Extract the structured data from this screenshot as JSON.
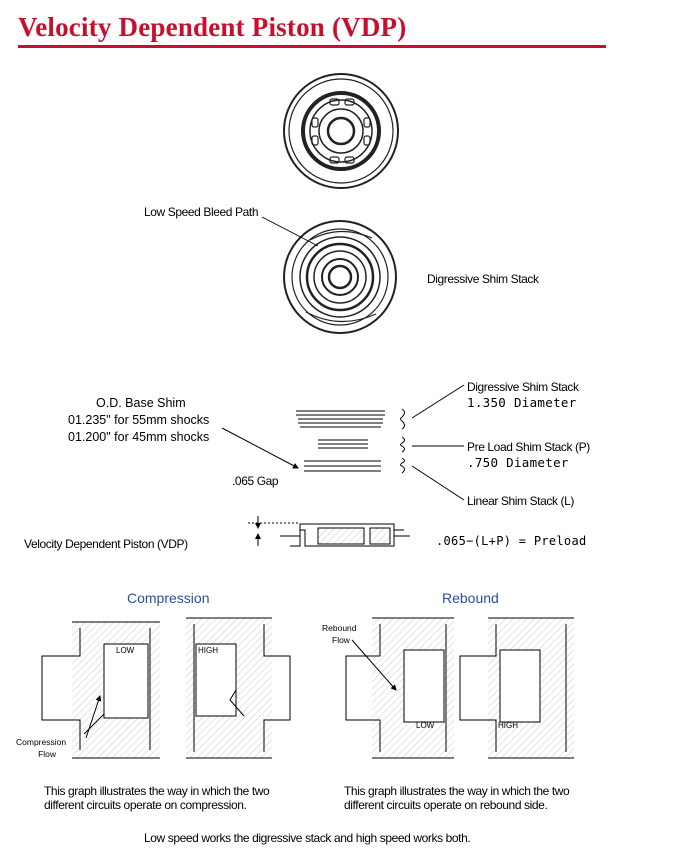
{
  "title": "Velocity Dependent Piston (VDP)",
  "colors": {
    "accent": "#c8102e",
    "section_heading": "#2a4f9a"
  },
  "top_diagram": {
    "low_speed_bleed": "Low Speed Bleed Path",
    "digressive_stack": "Digressive Shim Stack"
  },
  "stack_diagram": {
    "od_base_shim": "O.D. Base Shim",
    "od_55": "01.235\" for 55mm shocks",
    "od_45": "01.200\" for 45mm shocks",
    "gap": ".065 Gap",
    "vdp": "Velocity Dependent Piston (VDP)",
    "digressive_title": "Digressive Shim Stack",
    "digressive_diameter": "1.350 Diameter",
    "preload_title": "Pre Load Shim Stack (P)",
    "preload_diameter": ".750 Diameter",
    "linear_title": "Linear Shim Stack (L)",
    "preload_formula": ".065−(L+P) = Preload"
  },
  "compression": {
    "heading": "Compression",
    "low": "LOW",
    "high": "HIGH",
    "flow": [
      "Compression",
      "Flow"
    ],
    "caption": [
      "This graph illustrates the way in which the two",
      "different circuits operate on compression."
    ]
  },
  "rebound": {
    "heading": "Rebound",
    "low": "LOW",
    "high": "HIGH",
    "flow": [
      "Rebound",
      "Flow"
    ],
    "caption": [
      "This graph illustrates the way in which the two",
      "different circuits operate on rebound side."
    ]
  },
  "footer": "Low speed works the digressive stack and high speed works both."
}
